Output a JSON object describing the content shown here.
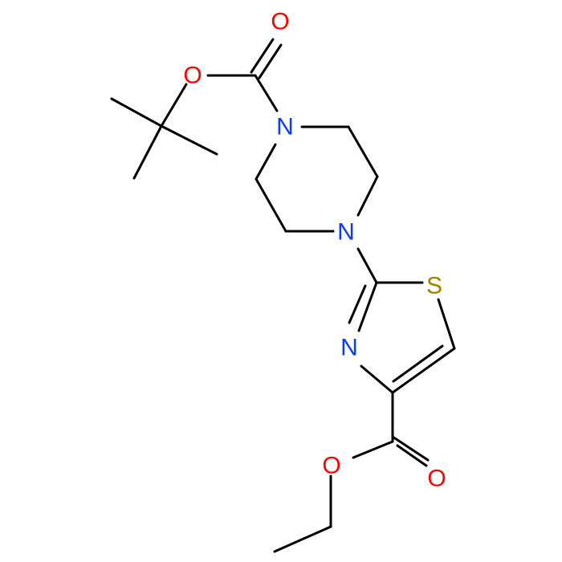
{
  "molecule": {
    "colors": {
      "bond": "#000000",
      "O": "#ff0000",
      "N": "#0b3bff",
      "S": "#a08000"
    },
    "atoms": [
      {
        "id": "o_carbonyl_boc",
        "element": "O",
        "label": "O"
      },
      {
        "id": "o_ether_boc",
        "element": "O",
        "label": "O"
      },
      {
        "id": "n_piperazine_1",
        "element": "N",
        "label": "N"
      },
      {
        "id": "n_piperazine_4",
        "element": "N",
        "label": "N"
      },
      {
        "id": "s_thiazole",
        "element": "S",
        "label": "S"
      },
      {
        "id": "n_thiazole",
        "element": "N",
        "label": "N"
      },
      {
        "id": "o_ether_ester",
        "element": "O",
        "label": "O"
      },
      {
        "id": "o_carbonyl_ester",
        "element": "O",
        "label": "O"
      }
    ]
  }
}
